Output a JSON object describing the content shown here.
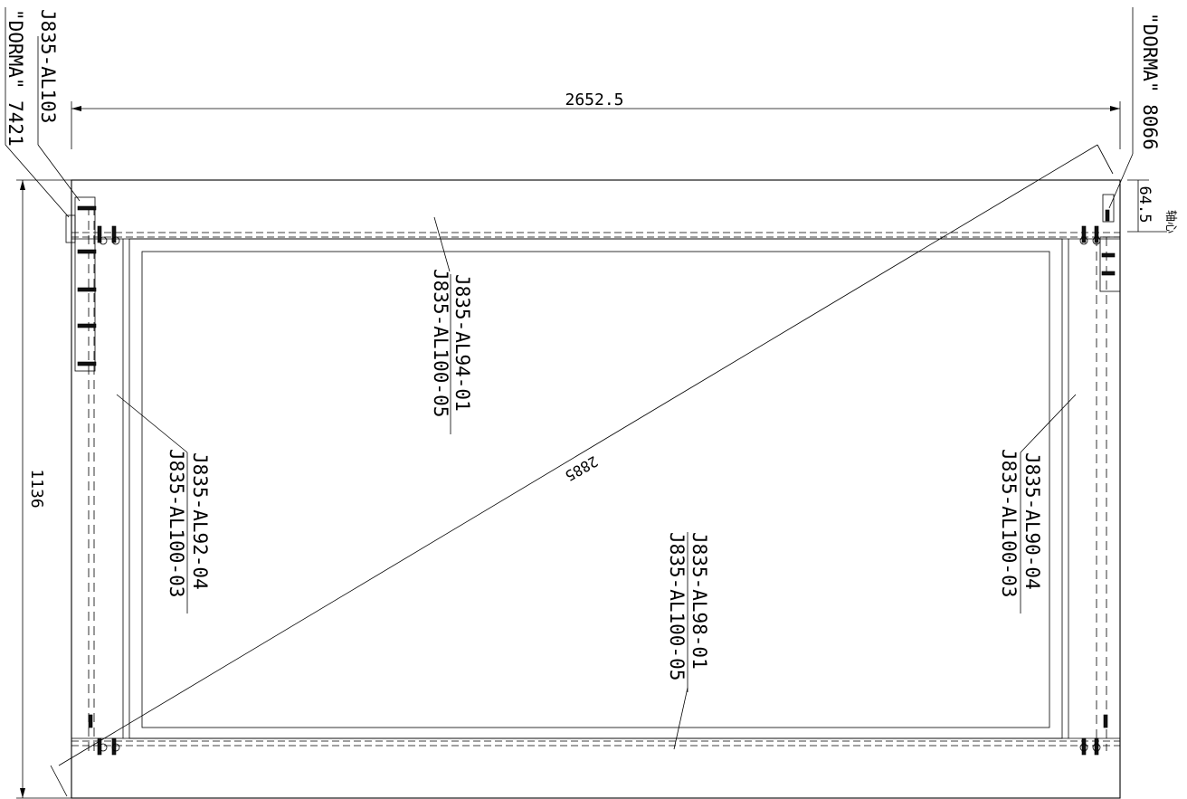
{
  "drawing": {
    "dimensions": {
      "overall_width": "2652.5",
      "overall_height": "1136",
      "diagonal": "2885",
      "pivot_offset": "64.5",
      "pivot_label": "轴心"
    },
    "hardware_labels": {
      "dorma_left": "\"DORMA\" 7421",
      "dorma_right": "\"DORMA\" 8066",
      "part_top_left": "J835-AL103"
    },
    "part_callouts": {
      "top_rail": {
        "line1": "J835-AL94-01",
        "line2": "J835-AL100-05"
      },
      "left_stile": {
        "line1": "J835-AL92-04",
        "line2": "J835-AL100-03"
      },
      "right_stile": {
        "line1": "J835-AL90-04",
        "line2": "J835-AL100-03"
      },
      "bottom_rail": {
        "line1": "J835-AL98-01",
        "line2": "J835-AL100-05"
      }
    },
    "colors": {
      "ink": "#000000",
      "paper": "#ffffff"
    }
  }
}
